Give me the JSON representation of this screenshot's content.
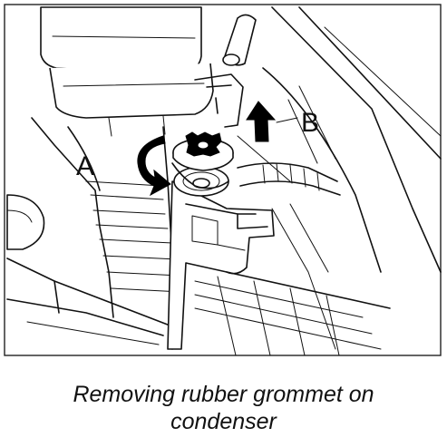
{
  "labels": {
    "a": "A",
    "b": "B"
  },
  "caption": {
    "line1": "Removing rubber grommet on",
    "line2": "condenser"
  },
  "colors": {
    "ink": "#111111",
    "background": "#ffffff"
  }
}
